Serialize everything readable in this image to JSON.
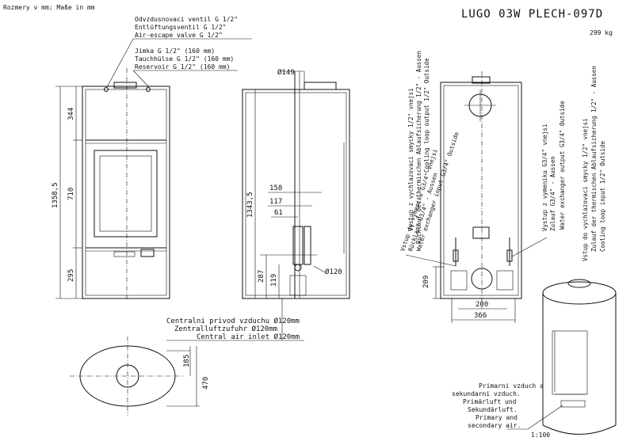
{
  "header": {
    "units_note": "Rozmery v mm; Maße in mm",
    "model": "LUGO 03W PLECH-097D",
    "weight": "299 kg",
    "scale": "1:100"
  },
  "callouts": {
    "vent_cz": "Odvzdusnovaci ventil G 1/2\"",
    "vent_de": "Entlüftungsventil G 1/2\"",
    "vent_en": "Air-escape valve G 1/2\"",
    "sensor_cz": "Jimka G 1/2\" (160 mm)",
    "sensor_de": "Tauchhülse G 1/2\" (160 mm)",
    "sensor_en": "Reservoir G 1/2\" (160 mm)",
    "air_cz": "Centralni privod vzduchu Ø120mm",
    "air_de": "Zentralluftzufuhr Ø120mm",
    "air_en": "Central air inlet Ø120mm",
    "primary_1": "Primarni vzduch a",
    "primary_2": "sekundarni vzduch.",
    "primary_3": "Primärluft und",
    "primary_4": "Sekundärluft.",
    "primary_5": "Primary and",
    "primary_6": "secondary air."
  },
  "vertical_labels": {
    "a1": "Vstup do vymeniku G3/4\" vnejsi",
    "a2": "Rücklauf G3/4\" - Aussen",
    "a3": "Water exchanger input G3/4\" Outside",
    "b1": "Vystup z vychlazovaci smycky 1/2\" vnejsi",
    "b2": "Rücklauf der thermischen Ablaufsicherung 1/2\" - Aussen",
    "b3": "Cooling loop output 1/2\" Outside",
    "c1": "Vystup z vymeniku G3/4\" vnejsi",
    "c2": "Zulauf G3/4\" - Aussen",
    "c3": "Water exchanger output G3/4\" Outside",
    "d1": "Vstup do vychlazovaci smycky 1/2\" vnejsi",
    "d2": "Zulauf der thermischen Ablaufsicherung 1/2\" - Aussen",
    "d3": "Cooling loop input 1/2\" Outside"
  },
  "dimensions": {
    "d344": "344",
    "d710": "710",
    "d295": "295",
    "d1358": "1358,5",
    "d1343": "1343,5",
    "d158": "158",
    "d117": "117",
    "d61": "61",
    "d287": "287",
    "d119": "119",
    "dia149": "Ø149",
    "dia120": "Ø120",
    "d209": "209",
    "d200": "200",
    "d366": "366",
    "d185": "185",
    "d470": "470"
  }
}
